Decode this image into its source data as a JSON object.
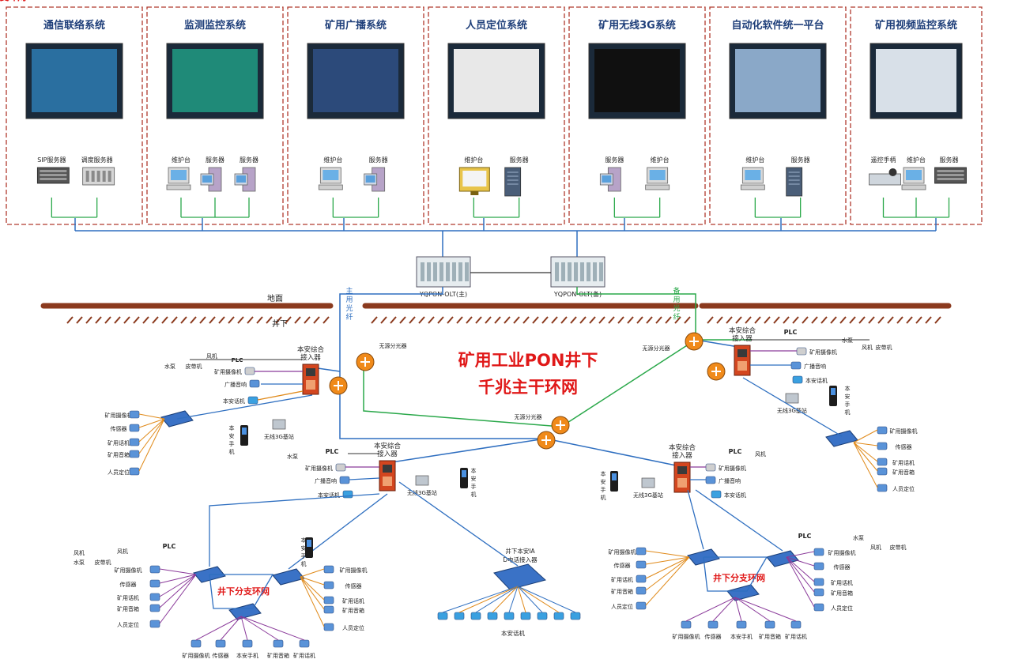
{
  "colors": {
    "panel_border": "#b03a2e",
    "title": "#1f3f7a",
    "ground": "#8b3a1e",
    "blue_line": "#2f6fc0",
    "green_line": "#2aa84a",
    "purple_line": "#8a3a9a",
    "orange_line": "#e08a1a",
    "ring_title": "#e01818"
  },
  "top_panels": [
    {
      "title": "通信联络系统",
      "devices": [
        {
          "label": "SIP服务器",
          "icon": "rack-server-icon"
        },
        {
          "label": "调度服务器",
          "icon": "industrial-pc-icon"
        }
      ]
    },
    {
      "title": "监测监控系统",
      "devices": [
        {
          "label": "维护台",
          "icon": "workstation-icon"
        },
        {
          "label": "服务器",
          "icon": "server-icon"
        },
        {
          "label": "服务器",
          "icon": "server-icon"
        }
      ]
    },
    {
      "title": "矿用广播系统",
      "devices": [
        {
          "label": "维护台",
          "icon": "workstation-icon"
        },
        {
          "label": "服务器",
          "icon": "server-icon"
        }
      ]
    },
    {
      "title": "人员定位系统",
      "devices": [
        {
          "label": "维护台",
          "icon": "monitor-icon"
        },
        {
          "label": "服务器",
          "icon": "tower-server-icon"
        }
      ]
    },
    {
      "title": "矿用无线3G系统",
      "devices": [
        {
          "label": "服务器",
          "icon": "server-icon"
        },
        {
          "label": "维护台",
          "icon": "workstation-icon"
        }
      ]
    },
    {
      "title": "自动化软件统一平台",
      "devices": [
        {
          "label": "维护台",
          "icon": "workstation-icon"
        },
        {
          "label": "服务器",
          "icon": "tower-server-icon"
        }
      ]
    },
    {
      "title": "矿用视频监控系统",
      "devices": [
        {
          "label": "遥控手柄",
          "icon": "joystick-icon"
        },
        {
          "label": "维护台",
          "icon": "workstation-icon"
        },
        {
          "label": "服务器",
          "icon": "rack-server-icon"
        }
      ]
    }
  ],
  "olt": {
    "main": "YQPON-OLT(主)",
    "backup": "YQPON-OLT(备)"
  },
  "ground": {
    "above": "地面",
    "below": "井下"
  },
  "fiber": {
    "main": "主用光纤",
    "backup": "备用光纤"
  },
  "splitter_label": "无源分光器",
  "ring_title": [
    "矿用工业PON井下",
    "千兆主干环网"
  ],
  "access_node_label": "本安综合接入器",
  "branch_ring_label": "井下分支环网",
  "iad": {
    "label": "井下本安IAD电话接入器",
    "phones_label": "本安话机"
  },
  "device_labels": {
    "fan": "风机",
    "plc": "PLC",
    "pump": "水泵",
    "belt": "皮带机",
    "camera": "矿用摄像机",
    "speaker": "广播音响",
    "phone": "本安话机",
    "base3g": "无线3G基站",
    "handset": "本安手机",
    "sensor": "传感器",
    "mine_phone": "矿用话机",
    "mine_speaker": "矿用音箱",
    "locate": "人员定位"
  }
}
